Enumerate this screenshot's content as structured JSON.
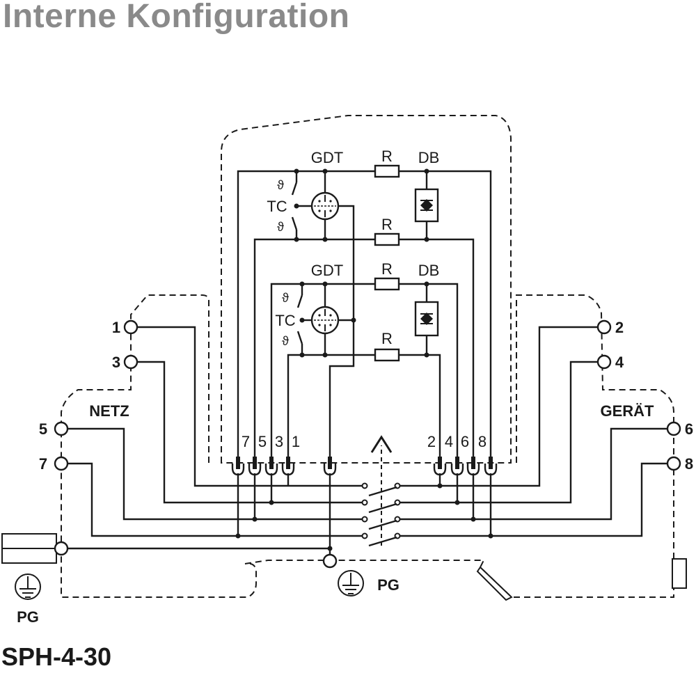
{
  "title": "Interne Konfiguration",
  "model": "SPH-4-30",
  "labels": {
    "netz": "NETZ",
    "geraet": "GERÄT",
    "pg": "PG",
    "gdt": "GDT",
    "r": "R",
    "db": "DB",
    "tc": "TC",
    "theta": "ϑ"
  },
  "left_terminals": [
    "1",
    "3",
    "5",
    "7"
  ],
  "right_terminals": [
    "2",
    "4",
    "6",
    "8"
  ],
  "plug_pins_left": [
    "7",
    "5",
    "3",
    "1"
  ],
  "plug_pins_right": [
    "2",
    "4",
    "6",
    "8"
  ]
}
